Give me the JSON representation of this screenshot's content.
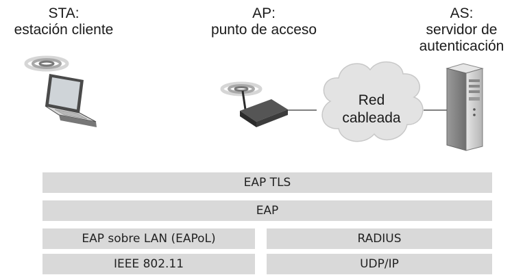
{
  "labels": {
    "sta": [
      "STA:",
      "estación cliente"
    ],
    "ap": [
      "AP:",
      "punto de acceso"
    ],
    "as": [
      "AS:",
      "servidor de",
      "autenticación"
    ],
    "cloud": [
      "Red",
      "cableada"
    ]
  },
  "stack": {
    "eap_tls": "EAP TLS",
    "eap": "EAP",
    "eapol": "EAP sobre LAN (EAPoL)",
    "radius": "RADIUS",
    "ieee": "IEEE 802.11",
    "udpip": "UDP/IP"
  },
  "colors": {
    "bar": "#d9d9d9",
    "device": "#2b2b2b",
    "server": "#cfcfcf"
  }
}
